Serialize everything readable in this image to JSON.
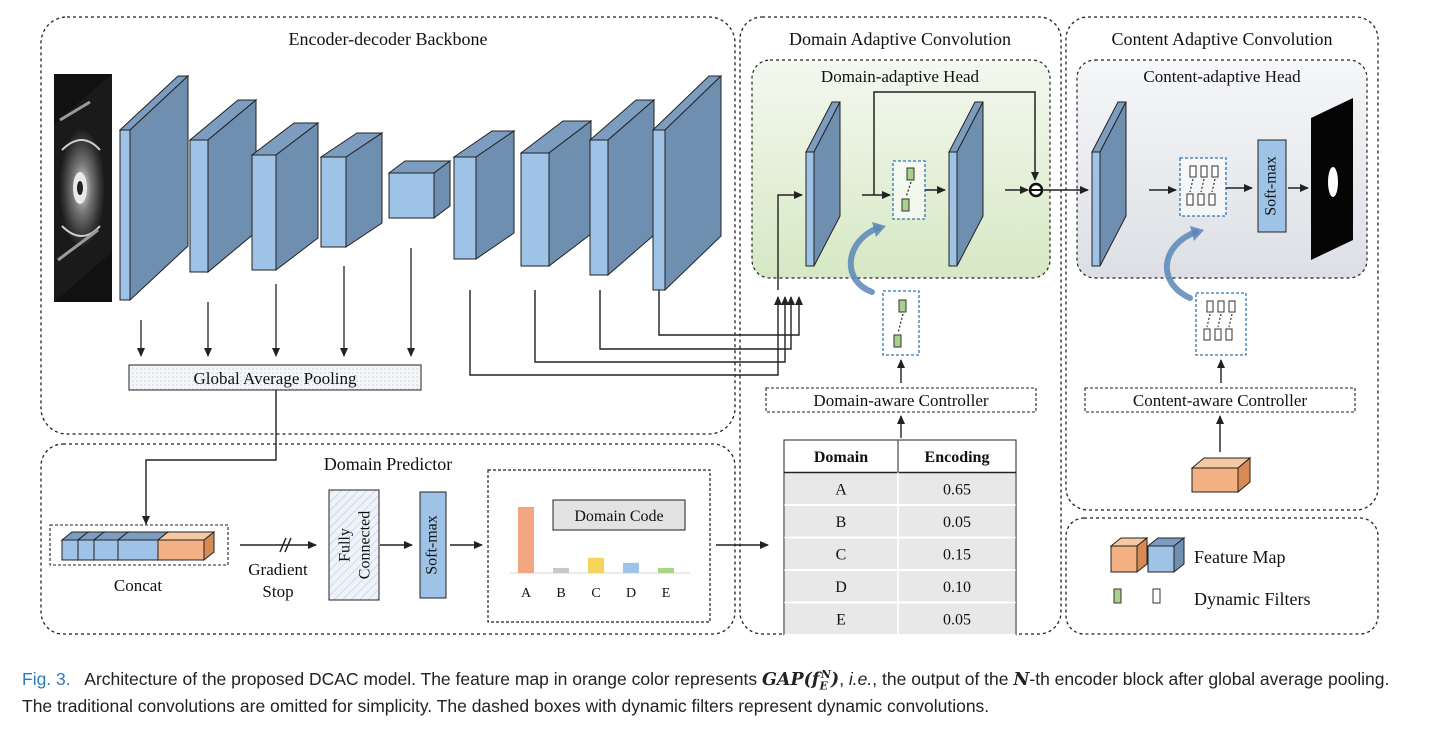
{
  "panels": {
    "backbone": "Encoder-decoder Backbone",
    "dac": "Domain Adaptive Convolution",
    "cac": "Content Adaptive Convolution",
    "domain_head": "Domain-adaptive Head",
    "content_head": "Content-adaptive Head",
    "domain_predictor": "Domain Predictor"
  },
  "blocks": {
    "gap": "Global Average Pooling",
    "fully_connected_1": "Fully",
    "fully_connected_2": "Connected",
    "softmax": "Soft-max",
    "softmax_head": "Soft-max",
    "concat": "Concat",
    "gradient_stop_1": "Gradient",
    "gradient_stop_2": "Stop",
    "domain_code": "Domain Code",
    "domain_controller": "Domain-aware Controller",
    "content_controller": "Content-aware Controller"
  },
  "domain_code_chart": {
    "categories": [
      "A",
      "B",
      "C",
      "D",
      "E"
    ],
    "values": [
      0.65,
      0.05,
      0.15,
      0.1,
      0.05
    ],
    "colors": [
      "#f4a582",
      "#c8c8c8",
      "#f6d55c",
      "#9ec5e8",
      "#a6d68a"
    ]
  },
  "table": {
    "headers": [
      "Domain",
      "Encoding"
    ],
    "rows": [
      [
        "A",
        "0.65"
      ],
      [
        "B",
        "0.05"
      ],
      [
        "C",
        "0.15"
      ],
      [
        "D",
        "0.10"
      ],
      [
        "E",
        "0.05"
      ]
    ]
  },
  "legend": {
    "feature_map": "Feature Map",
    "dynamic_filters": "Dynamic Filters"
  },
  "caption": {
    "fig_label": "Fig. 3.",
    "text_1": "Architecture of the proposed DCAC model. The feature map in orange color represents",
    "math_1": "GAP(f",
    "math_sub": "E",
    "math_sup": "N",
    "math_close": ")",
    "text_2": ", ",
    "ie": "i.e.",
    "text_3": ", the output of the",
    "math_2": "N",
    "text_4": "-th encoder block after global average pooling. The traditional convolutions are omitted for simplicity. The dashed boxes with dynamic filters represent dynamic convolutions."
  },
  "colors": {
    "feature_blue": "#9ec3e6",
    "feature_blue_side": "#6f8fb0",
    "feature_orange": "#f4b183",
    "head_green": "#e6f0dc",
    "head_gray": "#e9ebef",
    "filter_green": "#a9d18e",
    "dash_blue": "#2e75b6"
  }
}
